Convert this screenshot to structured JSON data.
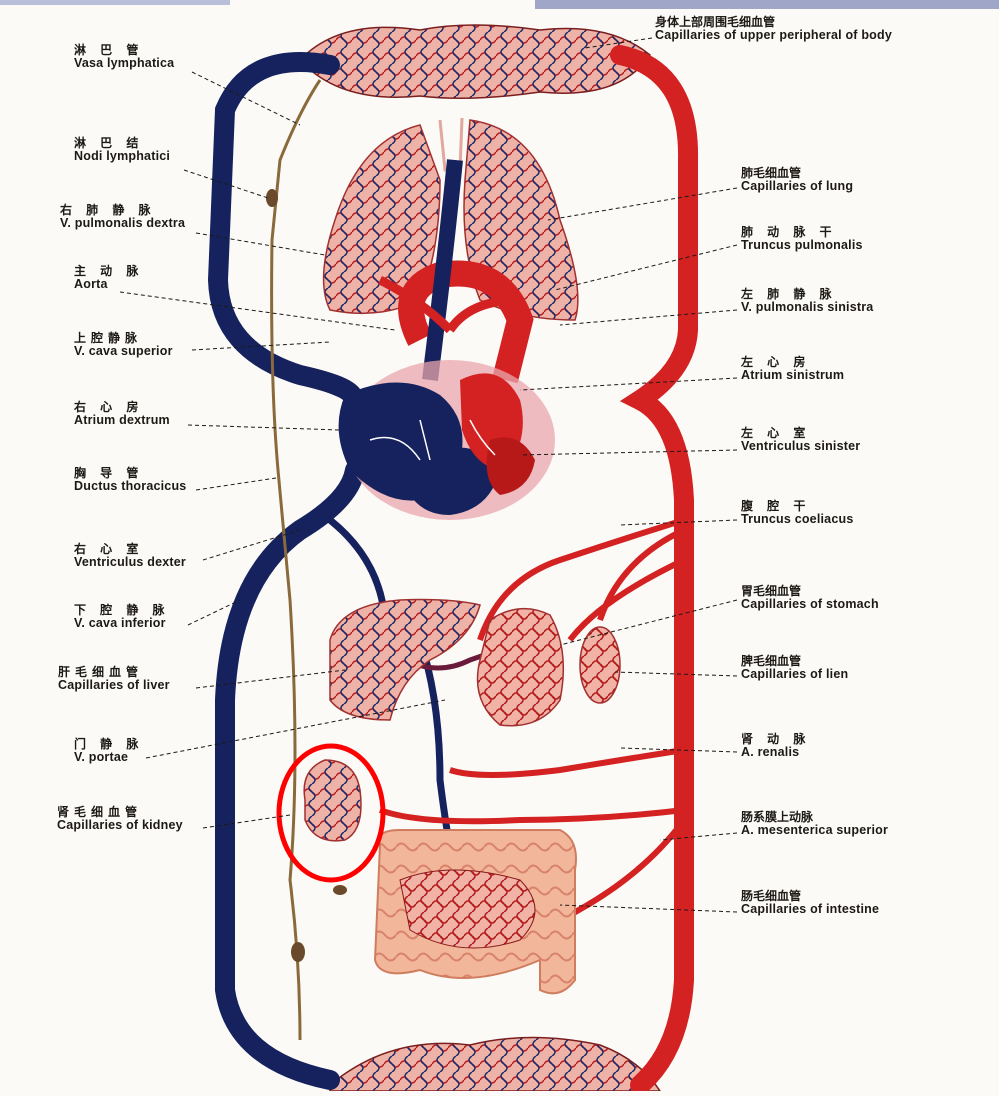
{
  "colors": {
    "artery": "#d42121",
    "vein": "#15225e",
    "lymph": "#8a6a3a",
    "tissue": "#eaa195",
    "highlight": "#ff0000"
  },
  "labels": {
    "vasa_lymphatica": {
      "zh": "淋 巴 管",
      "en": "Vasa lymphatica"
    },
    "nodi_lymphatici": {
      "zh": "淋 巴 结",
      "en": "Nodi lymphatici"
    },
    "v_pulm_dextra": {
      "zh": "右 肺 静 脉",
      "en": "V. pulmonalis dextra"
    },
    "aorta": {
      "zh": "主 动 脉",
      "en": "Aorta"
    },
    "v_cava_superior": {
      "zh": "上腔静脉",
      "en": "V. cava superior"
    },
    "atrium_dextrum": {
      "zh": "右 心 房",
      "en": "Atrium dextrum"
    },
    "ductus_thoracicus": {
      "zh": "胸 导 管",
      "en": "Ductus thoracicus"
    },
    "ventriculus_dexter": {
      "zh": "右 心 室",
      "en": "Ventriculus dexter"
    },
    "v_cava_inferior": {
      "zh": "下 腔 静 脉",
      "en": "V. cava inferior"
    },
    "cap_liver": {
      "zh": "肝毛细血管",
      "en": "Capillaries of liver"
    },
    "v_portae": {
      "zh": "门 静 脉",
      "en": "V. portae"
    },
    "cap_kidney": {
      "zh": "肾毛细血管",
      "en": "Capillaries of kidney"
    },
    "cap_upper": {
      "zh": "身体上部周围毛细血管",
      "en": "Capillaries of upper peripheral of body"
    },
    "cap_lung": {
      "zh": "肺毛细血管",
      "en": "Capillaries of lung"
    },
    "truncus_pulm": {
      "zh": "肺 动 脉 干",
      "en": "Truncus pulmonalis"
    },
    "v_pulm_sinistra": {
      "zh": "左 肺 静 脉",
      "en": "V. pulmonalis sinistra"
    },
    "atrium_sinistrum": {
      "zh": "左 心 房",
      "en": "Atrium sinistrum"
    },
    "ventriculus_sinister": {
      "zh": "左 心 室",
      "en": "Ventriculus sinister"
    },
    "truncus_coeliacus": {
      "zh": "腹 腔 干",
      "en": "Truncus coeliacus"
    },
    "cap_stomach": {
      "zh": "胃毛细血管",
      "en": "Capillaries of stomach"
    },
    "cap_lien": {
      "zh": "脾毛细血管",
      "en": "Capillaries of lien"
    },
    "a_renalis": {
      "zh": "肾 动 脉",
      "en": "A. renalis"
    },
    "a_mesenterica": {
      "zh": "肠系膜上动脉",
      "en": "A. mesenterica superior"
    },
    "cap_intestine": {
      "zh": "肠毛细血管",
      "en": "Capillaries of intestine"
    }
  }
}
